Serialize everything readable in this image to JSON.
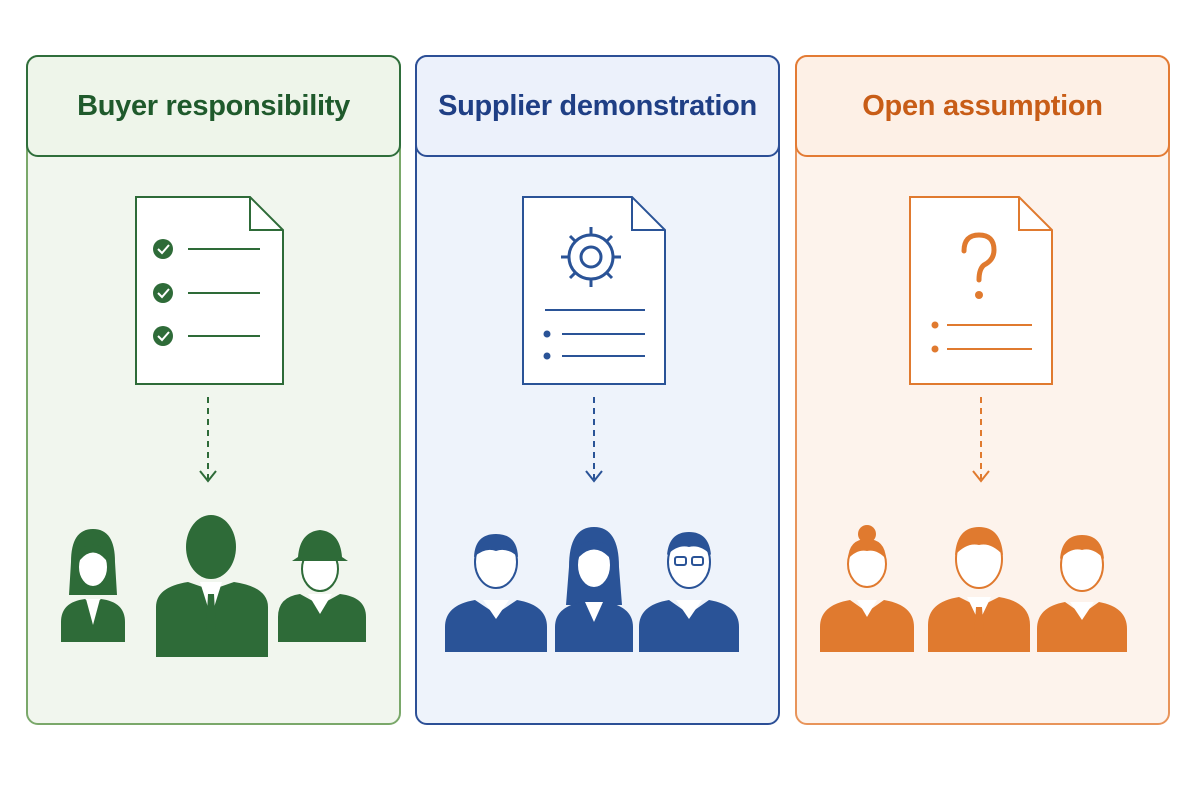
{
  "panels": [
    {
      "title": "Buyer responsibility",
      "document_icon": "checklist-document-icon",
      "people_icon": "buyer-team-icon",
      "color": "#2e6b38"
    },
    {
      "title": "Supplier demonstration",
      "document_icon": "gear-document-icon",
      "people_icon": "supplier-team-icon",
      "color": "#2a5397"
    },
    {
      "title": "Open assumption",
      "document_icon": "question-document-icon",
      "people_icon": "open-team-icon",
      "color": "#e07a2f"
    }
  ]
}
